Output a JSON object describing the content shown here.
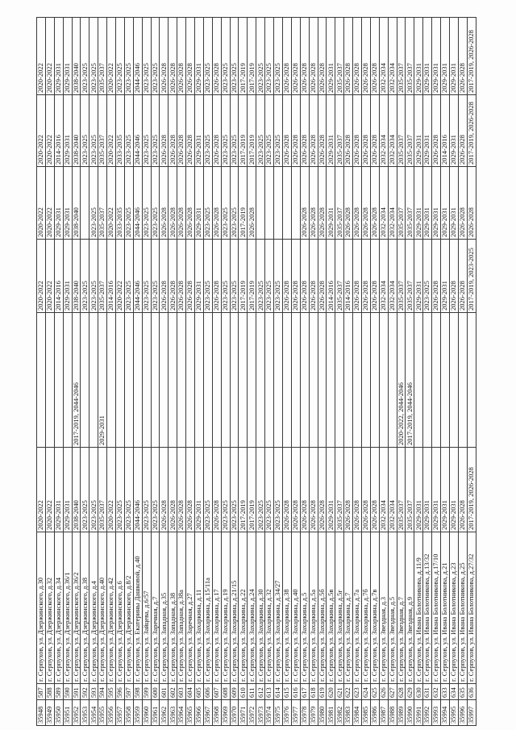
{
  "table": {
    "rows": [
      [
        "35948",
        "587",
        "г. Серпухов, ул. Дзержинского, д.30",
        "2020-2022",
        "",
        "2020-2022",
        "2020-2022",
        "2020-2022",
        "2020-2022"
      ],
      [
        "35949",
        "588",
        "г. Серпухов, ул. Дзержинского, д.32",
        "2020-2022",
        "",
        "2020-2022",
        "2020-2022",
        "2020-2022",
        "2020-2022"
      ],
      [
        "35950",
        "589",
        "г. Серпухов, ул. Дзержинского, д.34",
        "2029-2031",
        "",
        "2014-2016",
        "2029-2031",
        "2014-2016",
        "2029-2031"
      ],
      [
        "35951",
        "590",
        "г. Серпухов, ул. Дзержинского, д.36/1",
        "2029-2031",
        "",
        "2029-2031",
        "2029-2031",
        "2029-2031",
        "2029-2031"
      ],
      [
        "35952",
        "591",
        "г. Серпухов, ул. Дзержинского, д.36/2",
        "2038-2040",
        "2017-2019, 2044-2046",
        "2038-2040",
        "2038-2040",
        "2038-2040",
        "2038-2040"
      ],
      [
        "35953",
        "592",
        "г. Серпухов, ул. Дзержинского, д.38",
        "2023-2025",
        "",
        "2023-2025",
        "",
        "2023-2025",
        "2023-2025"
      ],
      [
        "35954",
        "593",
        "г. Серпухов, ул. Дзержинского, д.4",
        "2023-2025",
        "",
        "2023-2025",
        "2023-2025",
        "2023-2025",
        "2023-2025"
      ],
      [
        "35955",
        "594",
        "г. Серпухов, ул. Дзержинского, д.40",
        "2035-2037",
        "2029-2031",
        "2035-2037",
        "2035-2037",
        "2035-2037",
        "2035-2037"
      ],
      [
        "35956",
        "595",
        "г. Серпухов, ул. Дзержинского, д.42",
        "2020-2022",
        "",
        "2014-2016",
        "2020-2022",
        "2020-2022",
        "2020-2022"
      ],
      [
        "35957",
        "596",
        "г. Серпухов, ул. Дзержинского, д.6",
        "2023-2025",
        "",
        "2020-2022",
        "2033-2035",
        "2033-2035",
        "2023-2025"
      ],
      [
        "35958",
        "597",
        "г. Серпухов, ул. Дзержинского, д.8/2",
        "2023-2025",
        "",
        "2023-2025",
        "2023-2025",
        "2023-2025",
        "2023-2025"
      ],
      [
        "35959",
        "598",
        "г. Серпухов, ул. Екатерины Дашковой, д.40",
        "2044-2046",
        "",
        "2044-2046",
        "2044-2046",
        "2044-2046",
        "2044-2046"
      ],
      [
        "35960",
        "599",
        "г. Серпухов, ул. Зайцева, д.6/57",
        "2023-2025",
        "",
        "2023-2025",
        "2023-2025",
        "2023-2025",
        "2023-2025"
      ],
      [
        "35961",
        "600",
        "г. Серпухов, ул. Заречная, д.7",
        "2023-2025",
        "",
        "2023-2025",
        "2023-2025",
        "2023-2025",
        "2023-2025"
      ],
      [
        "35962",
        "601",
        "г. Серпухов, ул. Западная, д.35",
        "2026-2028",
        "",
        "2026-2028",
        "2026-2028",
        "2026-2028",
        "2026-2028"
      ],
      [
        "35963",
        "602",
        "г. Серпухов, ул. Западная, д.38",
        "2026-2028",
        "",
        "2026-2028",
        "2026-2028",
        "2026-2028",
        "2026-2028"
      ],
      [
        "35964",
        "603",
        "г. Серпухов, ул. Западная, д.38а",
        "2026-2028",
        "",
        "2026-2028",
        "2026-2028",
        "2026-2028",
        "2026-2028"
      ],
      [
        "35965",
        "604",
        "г. Серпухов, ул. Заречная, д.27",
        "2026-2028",
        "",
        "2026-2028",
        "2026-2028",
        "2026-2028",
        "2026-2028"
      ],
      [
        "35966",
        "605",
        "г. Серпухов, ул. Захаркина, д.11",
        "2029-2031",
        "",
        "2029-2031",
        "2029-2031",
        "2029-2031",
        "2029-2031"
      ],
      [
        "35967",
        "606",
        "г. Серпухов, ул. Захаркина, д.15/11а",
        "2023-2025",
        "",
        "2023-2025",
        "2023-2025",
        "2023-2025",
        "2023-2025"
      ],
      [
        "35968",
        "607",
        "г. Серпухов, ул. Захаркина, д.17",
        "2026-2028",
        "",
        "2026-2028",
        "2026-2028",
        "2026-2028",
        "2026-2028"
      ],
      [
        "35969",
        "608",
        "г. Серпухов, ул. Захаркина, д.19",
        "2023-2025",
        "",
        "2023-2025",
        "2023-2025",
        "2023-2025",
        "2023-2025"
      ],
      [
        "35970",
        "609",
        "г. Серпухов, ул. Захаркина, д.21/15",
        "2023-2025",
        "",
        "2023-2025",
        "2023-2025",
        "2023-2025",
        "2023-2025"
      ],
      [
        "35971",
        "610",
        "г. Серпухов, ул. Захаркина, д.22",
        "2017-2019",
        "",
        "2017-2019",
        "2017-2019",
        "2017-2019",
        "2017-2019"
      ],
      [
        "35972",
        "611",
        "г. Серпухов, ул. Захаркина, д.24",
        "2017-2019",
        "",
        "2017-2019",
        "2026-2028",
        "2017-2019",
        "2017-2019"
      ],
      [
        "35973",
        "612",
        "г. Серпухов, ул. Захаркина, д.30",
        "2023-2025",
        "",
        "2023-2025",
        "",
        "2023-2025",
        "2023-2025"
      ],
      [
        "35974",
        "613",
        "г. Серпухов, ул. Захаркина, д.32",
        "2023-2025",
        "",
        "2023-2025",
        "",
        "2023-2025",
        "2023-2025"
      ],
      [
        "35975",
        "614",
        "г. Серпухов, ул. Захаркина, д.34/27",
        "2023-2025",
        "",
        "2023-2025",
        "",
        "2023-2025",
        "2023-2025"
      ],
      [
        "35976",
        "615",
        "г. Серпухов, ул. Захаркина, д.38",
        "2026-2028",
        "",
        "2026-2028",
        "",
        "2026-2028",
        "2026-2028"
      ],
      [
        "35977",
        "616",
        "г. Серпухов, ул. Захаркина, д.40",
        "2026-2028",
        "",
        "2026-2028",
        "",
        "2026-2028",
        "2026-2028"
      ],
      [
        "35978",
        "617",
        "г. Серпухов, ул. Захаркина, д.5",
        "2026-2028",
        "",
        "2026-2028",
        "2026-2028",
        "2026-2028",
        "2026-2028"
      ],
      [
        "35979",
        "618",
        "г. Серпухов, ул. Захаркина, д.5а",
        "2026-2028",
        "",
        "2026-2028",
        "2026-2028",
        "2026-2028",
        "2026-2028"
      ],
      [
        "35980",
        "619",
        "г. Серпухов, ул. Захаркина, д.5б",
        "2026-2028",
        "",
        "2026-2028",
        "2026-2028",
        "2026-2028",
        "2026-2028"
      ],
      [
        "35981",
        "620",
        "г. Серпухов, ул. Захаркина, д.5в",
        "2029-2031",
        "",
        "2014-2016",
        "2029-2031",
        "2029-2031",
        "2029-2031"
      ],
      [
        "35982",
        "621",
        "г. Серпухов, ул. Захаркина, д.5г",
        "2035-2037",
        "",
        "2035-2037",
        "2035-2037",
        "2035-2037",
        "2035-2037"
      ],
      [
        "35983",
        "622",
        "г. Серпухов, ул. Захаркина, д.7",
        "2026-2028",
        "",
        "2014-2016",
        "2026-2028",
        "2026-2028",
        "2026-2028"
      ],
      [
        "35984",
        "623",
        "г. Серпухов, ул. Захаркина, д.7а",
        "2026-2028",
        "",
        "2026-2028",
        "2026-2028",
        "2026-2028",
        "2026-2028"
      ],
      [
        "35985",
        "624",
        "г. Серпухов, ул. Захаркина, д.7б",
        "2026-2028",
        "",
        "2026-2028",
        "2026-2028",
        "2026-2028",
        "2026-2028"
      ],
      [
        "35986",
        "625",
        "г. Серпухов, ул. Захаркина, д.7в",
        "2026-2028",
        "",
        "2026-2028",
        "2026-2028",
        "2026-2028",
        "2026-2028"
      ],
      [
        "35987",
        "626",
        "г. Серпухов, ул. Звездная, д.3",
        "2032-2034",
        "",
        "2032-2034",
        "2032-2034",
        "2032-2034",
        "2032-2034"
      ],
      [
        "35988",
        "627",
        "г. Серпухов, ул. Звездная, д.5",
        "2032-2034",
        "",
        "2032-2034",
        "2032-2034",
        "2032-2034",
        "2032-2034"
      ],
      [
        "35989",
        "628",
        "г. Серпухов, ул. Звездная, д.7",
        "2035-2037",
        "2020-2022, 2044-2046",
        "2035-2037",
        "2035-2037",
        "2035-2037",
        "2035-2037"
      ],
      [
        "35990",
        "629",
        "г. Серпухов, ул. Звездная, д.9",
        "2035-2037",
        "2017-2019, 2044-2046",
        "2035-2037",
        "2035-2037",
        "2035-2037",
        "2035-2037"
      ],
      [
        "35991",
        "630",
        "г. Серпухов, ул. Ивана Болотникова, д.11/9",
        "2029-2031",
        "",
        "2029-2031",
        "2029-2031",
        "2029-2031",
        "2029-2031"
      ],
      [
        "35992",
        "631",
        "г. Серпухов, ул. Ивана Болотникова, д.13/32",
        "2029-2031",
        "",
        "2023-2025",
        "2029-2031",
        "2029-2031",
        "2029-2031"
      ],
      [
        "35993",
        "632",
        "г. Серпухов, ул. Ивана Болотникова, д.17/10",
        "2029-2031",
        "",
        "2026-2028",
        "2029-2031",
        "2026-2028",
        "2029-2031"
      ],
      [
        "35994",
        "633",
        "г. Серпухов, ул. Ивана Болотникова, д.21",
        "2029-2031",
        "",
        "2029-2031",
        "2029-2031",
        "2014-2016",
        "2029-2031"
      ],
      [
        "35995",
        "634",
        "г. Серпухов, ул. Ивана Болотникова, д.23",
        "2029-2031",
        "",
        "2026-2028",
        "2029-2031",
        "2029-2031",
        "2029-2031"
      ],
      [
        "35996",
        "635",
        "г. Серпухов, ул. Ивана Болотникова, д.25",
        "2026-2028",
        "",
        "2026-2028",
        "2026-2028",
        "2026-2028",
        "2026-2028"
      ],
      [
        "35997",
        "636",
        "г. Серпухов, ул. Ивана Болотникова, д.27/32",
        "2017-2019, 2026-2028",
        "",
        "2017-2019, 2023-2025",
        "2026-2028",
        "2017-2019, 2026-2028",
        "2017-2019, 2026-2028"
      ]
    ]
  }
}
